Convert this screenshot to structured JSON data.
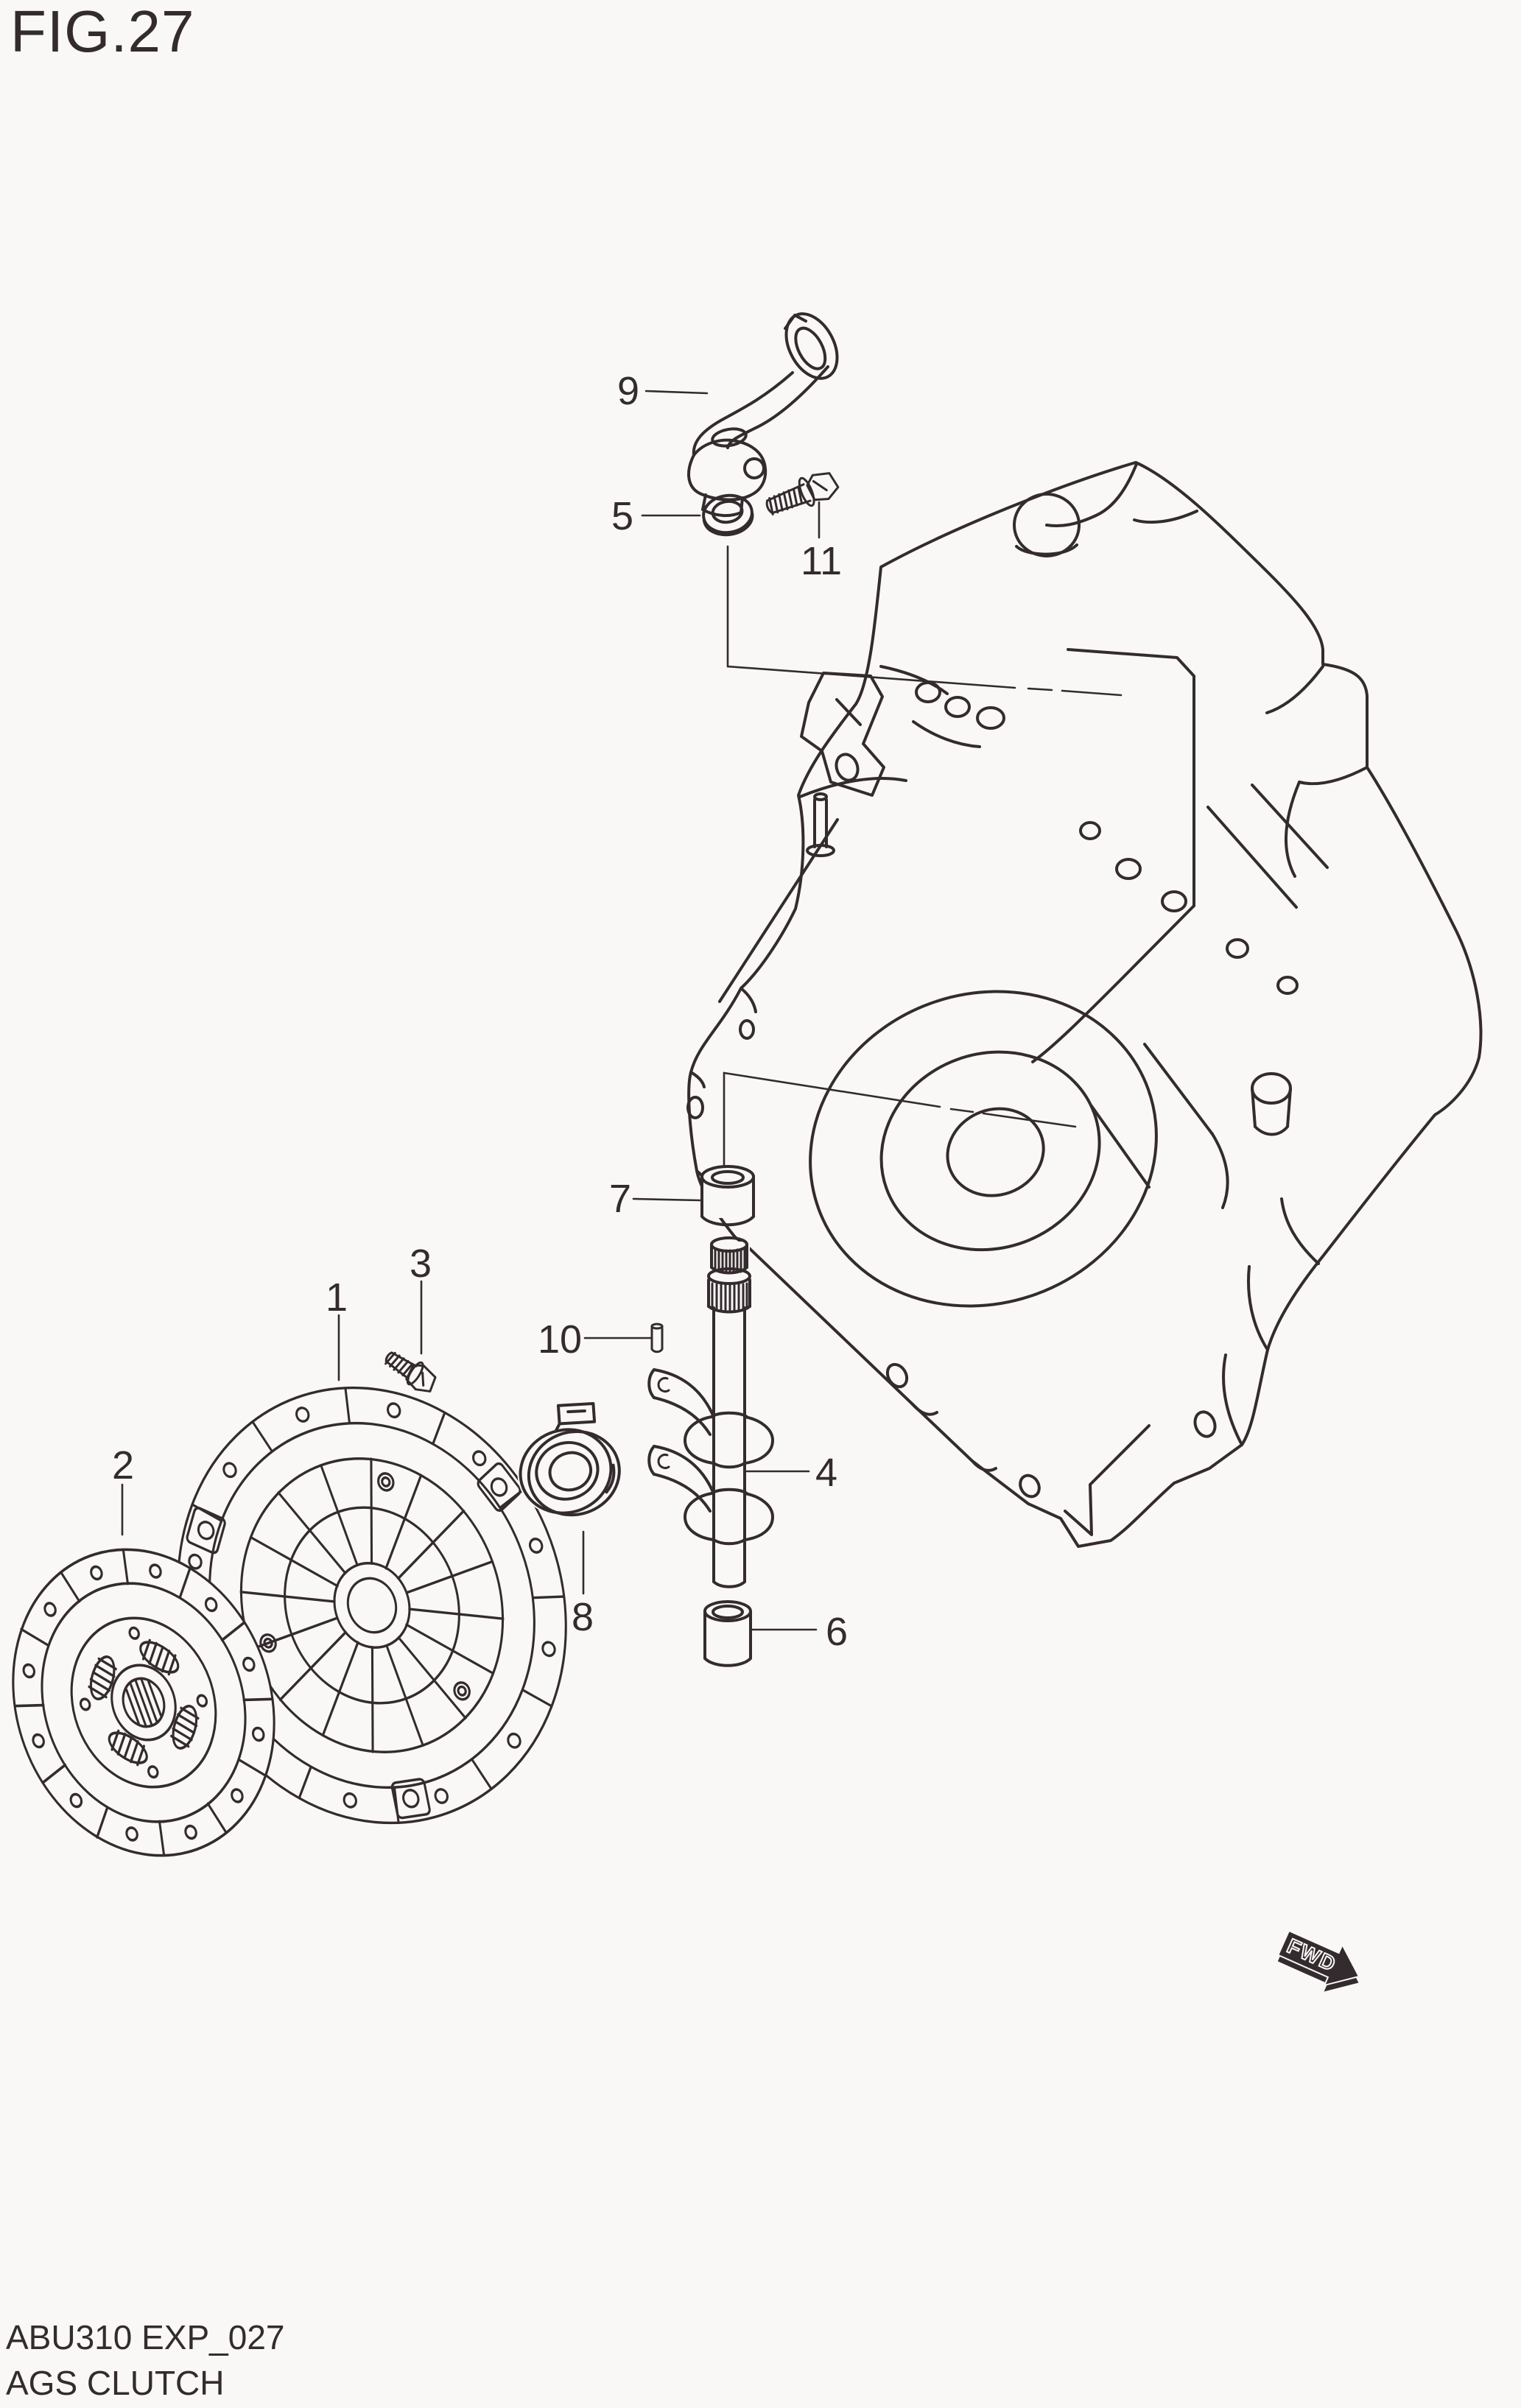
{
  "page": {
    "title": "FIG.27"
  },
  "footer": {
    "code": "ABU310 EXP_027",
    "name": "AGS CLUTCH"
  },
  "fwd": {
    "label": "FWD"
  },
  "callouts": [
    {
      "label": "1"
    },
    {
      "label": "2"
    },
    {
      "label": "3"
    },
    {
      "label": "4"
    },
    {
      "label": "5"
    },
    {
      "label": "6"
    },
    {
      "label": "7"
    },
    {
      "label": "8"
    },
    {
      "label": "9"
    },
    {
      "label": "10"
    },
    {
      "label": "11"
    }
  ],
  "colors": {
    "ink": "#342b2e",
    "paper": "#f9f8f6"
  }
}
